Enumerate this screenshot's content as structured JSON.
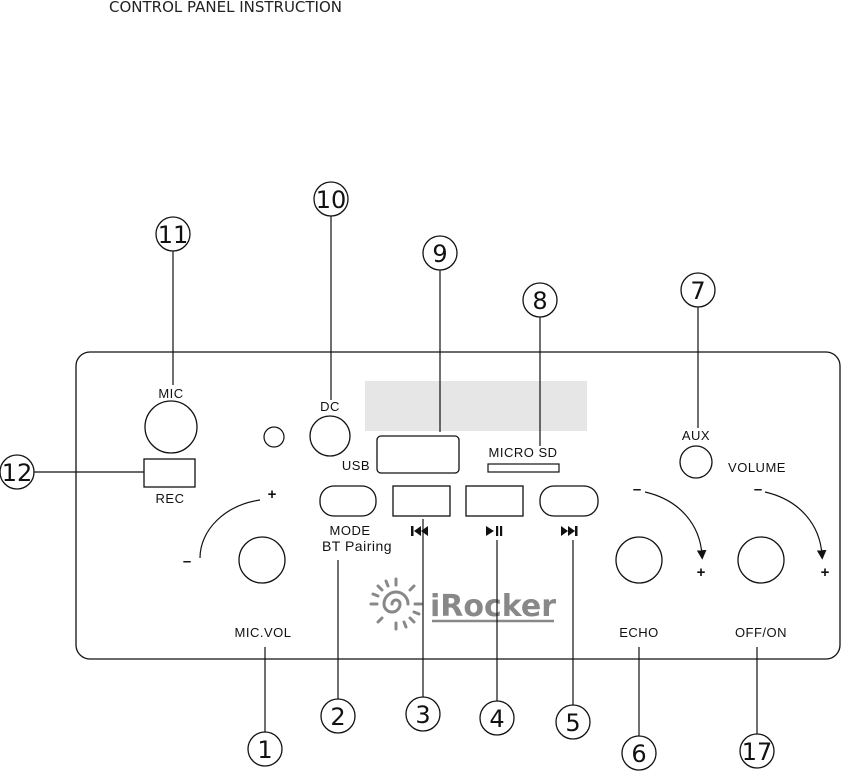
{
  "header": {
    "title": "CONTROL PANEL INSTRUCTION"
  },
  "panel": {
    "labels": {
      "mic": "MIC",
      "rec": "REC",
      "dc": "DC",
      "usb": "USB",
      "micro_sd": "MICRO SD",
      "aux": "AUX",
      "volume": "VOLUME",
      "mode": "MODE",
      "bt_pairing": "BT Pairing",
      "mic_vol": "MIC.VOL",
      "echo": "ECHO",
      "off_on": "OFF/ON"
    },
    "signs": {
      "plus": "+",
      "minus": "–"
    },
    "logo": {
      "text": "iRocker"
    }
  },
  "callouts": [
    {
      "id": "c1",
      "text": "1"
    },
    {
      "id": "c2",
      "text": "2"
    },
    {
      "id": "c3",
      "text": "3"
    },
    {
      "id": "c4",
      "text": "4"
    },
    {
      "id": "c5",
      "text": "5"
    },
    {
      "id": "c6",
      "text": "6"
    },
    {
      "id": "c7",
      "text": "7"
    },
    {
      "id": "c8",
      "text": "8"
    },
    {
      "id": "c9",
      "text": "9"
    },
    {
      "id": "c10",
      "text": "10"
    },
    {
      "id": "c11",
      "text": "11"
    },
    {
      "id": "c12",
      "text": "12"
    },
    {
      "id": "c17",
      "text": "17"
    }
  ],
  "icons": {
    "prev": "skip-previous-icon",
    "play_pause": "play-pause-icon",
    "next": "skip-next-icon",
    "logo_mark": "sun-spiral-icon"
  }
}
